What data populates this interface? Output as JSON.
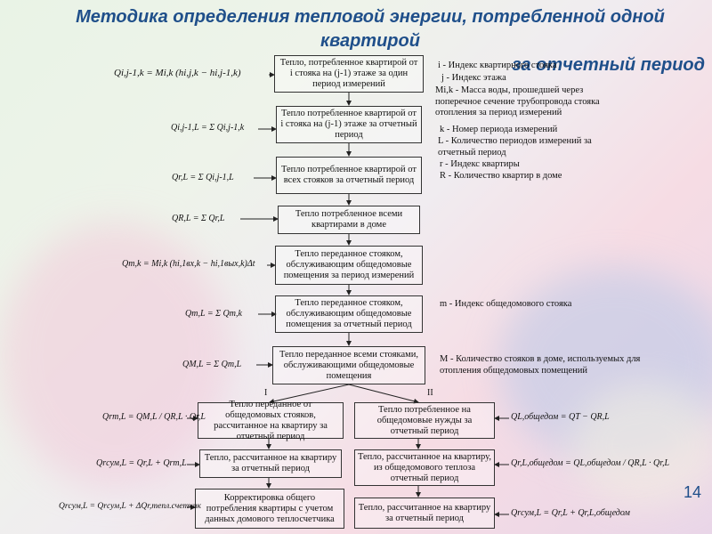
{
  "title": {
    "line1": "Методика определения тепловой энергии, потребленной одной квартирой",
    "line2": "за отчетный период"
  },
  "page_number": "14",
  "branches": {
    "left": "I",
    "right": "II"
  },
  "boxes": {
    "b1": "Тепло, потребленное квартирой от i стояка на (j-1) этаже за один период измерений",
    "b2": "Тепло потребленное квартирой от i стояка на (j-1) этаже за отчетный период",
    "b3": "Тепло потребленное квартирой от всех стояков за отчетный период",
    "b4": "Тепло потребленное всеми квартирами в доме",
    "b5": "Тепло переданное стояком, обслуживающим общедомовые помещения за период измерений",
    "b6": "Тепло переданное стояком, обслуживающим общедомовые помещения за отчетный период",
    "b7": "Тепло переданное всеми стояками, обслуживающими общедомовые помещения",
    "l1": "Тепло переданное от общедомовых стояков, рассчитанное на квартиру за отчетный период",
    "l2": "Тепло, рассчитанное на квартиру за отчетный период",
    "l3": "Корректировка общего потребления квартиры с учетом данных домового теплосчетчика",
    "r1": "Тепло потребленное на общедомовые нужды за отчетный период",
    "r2": "Тепло, рассчитанное на квартиру, из общедомового теплоза отчетный период",
    "r3": "Тепло, рассчитанное на квартиру за отчетный период"
  },
  "notes": {
    "n1": "i - Индекс квартирного стояка",
    "n2": "j - Индекс этажа",
    "n3": "Mi,k - Масса воды, прошедшей через поперечное сечение трубопровода стояка отопления за период измерений",
    "n4": "k - Номер периода измерений",
    "n5": "L - Количество периодов измерений за отчетный период",
    "n6": "r - Индекс квартиры",
    "n7": "R - Количество квартир в доме",
    "n8": "m - Индекс общедомового стояка",
    "n9": "M - Количество стояков в доме, используемых для отопления общедомовых помещений"
  },
  "formulas": {
    "f1": "Qi,j-1,k = Mi,k (hi,j,k − hi,j-1,k)",
    "f2": "Qi,j-1,L = Σ Qi,j-1,k",
    "f3": "Qr,L = Σ Qi,j-1,L",
    "f4": "QR,L = Σ Qr,L",
    "f5": "Qm,k = Mi,k (hi,1вх,k − hi,1вых,k)Δt",
    "f6": "Qm,L = Σ Qm,k",
    "f7": "QM,L = Σ Qm,L",
    "fl1": "Qrm,L = QM,L / QR,L · Qr,L",
    "fl2": "Qrсум,L = Qr,L + Qrm,L",
    "fl3": "Qrсум,L = Qrсум,L + ΔQr,тепл.счетчик",
    "fr1": "QL,общедом = QT − QR,L",
    "fr2": "Qr,L,общедом = QL,общедом / QR,L · Qr,L",
    "fr3": "Qrсум,L = Qr,L + Qr,L,общедом"
  }
}
